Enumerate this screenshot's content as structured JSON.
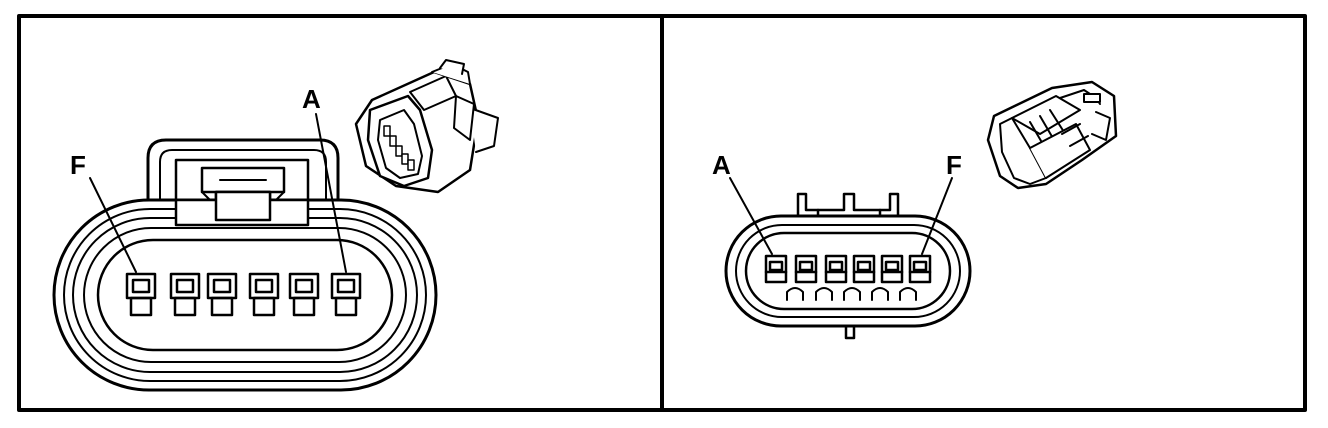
{
  "figure": {
    "panels": [
      {
        "id": "female",
        "view": "terminal-end",
        "cavity_count": 6,
        "label_left": "F",
        "label_right": "A",
        "inset_icon": "connector-body-icon"
      },
      {
        "id": "male",
        "view": "terminal-end",
        "cavity_count": 6,
        "label_left": "A",
        "label_right": "F",
        "inset_icon": "connector-body-icon"
      }
    ],
    "colors": {
      "line": "#000000",
      "background": "#ffffff"
    }
  }
}
